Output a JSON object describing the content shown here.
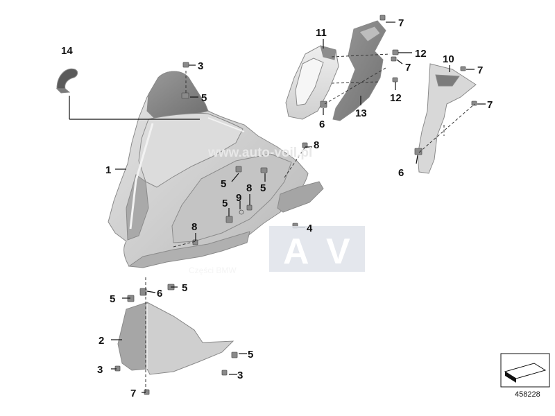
{
  "watermark": {
    "url": "www.auto-voil.pl",
    "logo_letters": [
      "A",
      "V"
    ],
    "caption": "Części BMW"
  },
  "diagram_number": "458228",
  "callouts": [
    {
      "id": "c14",
      "label": "14"
    },
    {
      "id": "c3a",
      "label": "3"
    },
    {
      "id": "c5a",
      "label": "5"
    },
    {
      "id": "c1",
      "label": "1"
    },
    {
      "id": "c11",
      "label": "11"
    },
    {
      "id": "c7a",
      "label": "7"
    },
    {
      "id": "c12a",
      "label": "12"
    },
    {
      "id": "c7b",
      "label": "7"
    },
    {
      "id": "c10",
      "label": "10"
    },
    {
      "id": "c7c",
      "label": "7"
    },
    {
      "id": "c12b",
      "label": "12"
    },
    {
      "id": "c6a",
      "label": "6"
    },
    {
      "id": "c13",
      "label": "13"
    },
    {
      "id": "c7d",
      "label": "7"
    },
    {
      "id": "c8a",
      "label": "8"
    },
    {
      "id": "c6b",
      "label": "6"
    },
    {
      "id": "c5b",
      "label": "5"
    },
    {
      "id": "c8b",
      "label": "8"
    },
    {
      "id": "c9",
      "label": "9"
    },
    {
      "id": "c5c",
      "label": "5"
    },
    {
      "id": "c5d",
      "label": "5"
    },
    {
      "id": "c4",
      "label": "4"
    },
    {
      "id": "c8c",
      "label": "8"
    },
    {
      "id": "c6c",
      "label": "6"
    },
    {
      "id": "c5e",
      "label": "5"
    },
    {
      "id": "c5f",
      "label": "5"
    },
    {
      "id": "c2",
      "label": "2"
    },
    {
      "id": "c5g",
      "label": "5"
    },
    {
      "id": "c3b",
      "label": "3"
    },
    {
      "id": "c3c",
      "label": "3"
    },
    {
      "id": "c7e",
      "label": "7"
    }
  ]
}
